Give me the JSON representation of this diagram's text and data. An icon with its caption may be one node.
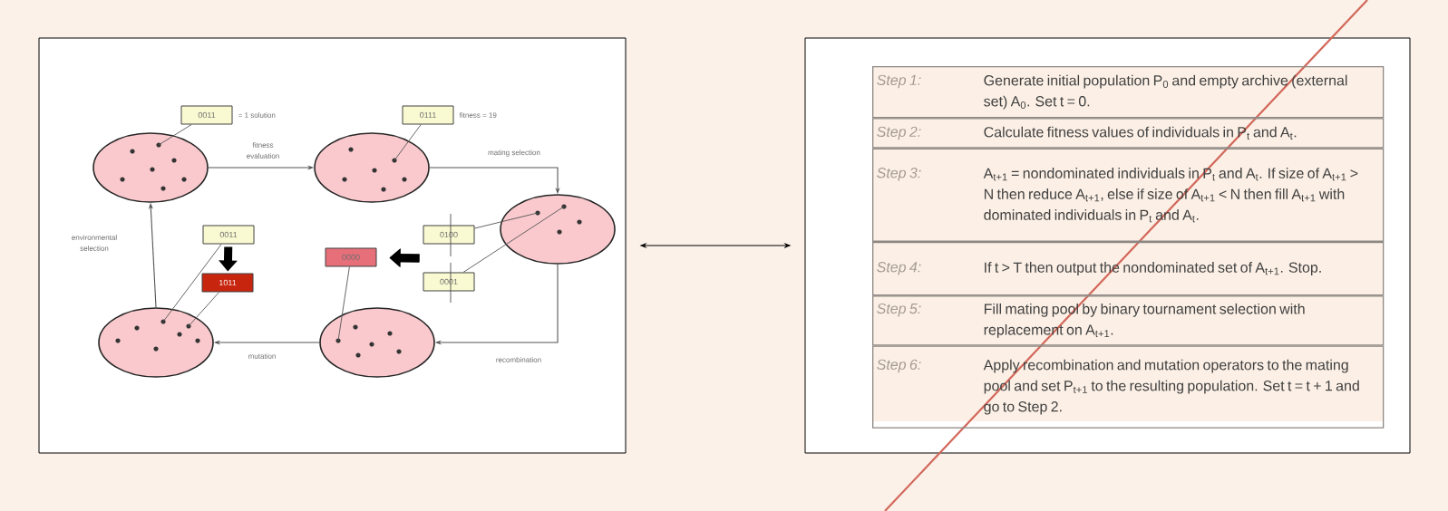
{
  "diagram": {
    "nodes": [
      {
        "text": [],
        "shape": "box"
      },
      {
        "text": [],
        "shape": "ellipse",
        "in": 0
      },
      {
        "text": [],
        "shape": "ellipse",
        "in": 0
      },
      {
        "text": [],
        "shape": "ellipse",
        "in": 0
      },
      {
        "text": [],
        "shape": "ellipse",
        "in": 0
      },
      {
        "text": [],
        "shape": "ellipse",
        "in": 0
      },
      {
        "text": [
          "0011"
        ],
        "beside": [
          "= 1 solution"
        ],
        "in": 0
      },
      {
        "text": [
          "0111"
        ],
        "beside": [
          "fitness = 19"
        ],
        "in": 0
      },
      {
        "text": [
          "0011"
        ],
        "in": 0
      },
      {
        "text": [
          "1011"
        ],
        "in": 0
      },
      {
        "text": [
          "0000"
        ],
        "in": 0
      },
      {
        "text": [
          "0100"
        ],
        "in": 0
      },
      {
        "text": [
          "0001"
        ],
        "in": 0
      },
      {
        "text": [],
        "shape": "box"
      },
      {
        "text": [
          "Step 1:",
          "Generate initial population P$_{0}$ and empty archive (external set) A$_{0}$. Set t = 0."
        ],
        "in": 13
      },
      {
        "text": [
          "Step 2:",
          "Calculate fitness values of individuals in P$_{t}$ and A$_{t}$."
        ],
        "in": 13
      },
      {
        "text": [
          "Step 3:",
          "A$_{t+1}$ = nondominated individuals in P$_{t}$ and A$_{t}$. If size of A$_{t+1}$ > N then reduce A$_{t+1}$, else if size of A$_{t+1}$ < N then fill A$_{t+1}$ with dominated individuals in P$_{t}$ and A$_{t}$."
        ],
        "in": 13
      },
      {
        "text": [
          "Step 4:",
          "If t > T then output the nondominated set of A$_{t+1}$. Stop."
        ],
        "in": 13
      },
      {
        "text": [
          "Step 5:",
          "Fill mating pool by binary tournament selection with replacement on A$_{t+1}$."
        ],
        "in": 13
      },
      {
        "text": [
          "Step 6:",
          "Apply recombination and mutation operators to the mating pool and set P$_{t+1}$ to the resulting population. Set t = t + 1 and go to Step 2."
        ],
        "in": 13
      }
    ],
    "edges": [
      {
        "from": 1,
        "to": 2,
        "arrow": "to",
        "label": "fitness evaluation"
      },
      {
        "from": 2,
        "to": 3,
        "arrow": "to",
        "label": "mating selection"
      },
      {
        "from": 3,
        "to": 4,
        "arrow": "to",
        "label": "recombination"
      },
      {
        "from": 4,
        "to": 5,
        "arrow": "to",
        "label": "mutation"
      },
      {
        "from": 5,
        "to": 1,
        "arrow": "to",
        "label": "environmental selection"
      },
      {
        "from": 6,
        "to": 1,
        "arrow": "none"
      },
      {
        "from": 7,
        "to": 2,
        "arrow": "none"
      },
      {
        "from": 8,
        "to": 5,
        "arrow": "none"
      },
      {
        "from": 9,
        "to": 5,
        "arrow": "none"
      },
      {
        "from": 10,
        "to": 4,
        "arrow": "none"
      },
      {
        "from": 11,
        "to": 3,
        "arrow": "none"
      },
      {
        "from": 12,
        "to": 3,
        "arrow": "none"
      },
      {
        "from": 8,
        "to": 9,
        "arrow": "to",
        "style": "thick",
        "color": "#000000"
      },
      {
        "from": 11,
        "to": 10,
        "arrow": "to",
        "style": "thick",
        "color": "#000000"
      },
      {
        "from": 12,
        "to": 10,
        "arrow": "to",
        "style": "thick",
        "color": "#000000"
      },
      {
        "from": 0,
        "to": 13,
        "arrow": "both",
        "color": "#000000"
      }
    ]
  }
}
